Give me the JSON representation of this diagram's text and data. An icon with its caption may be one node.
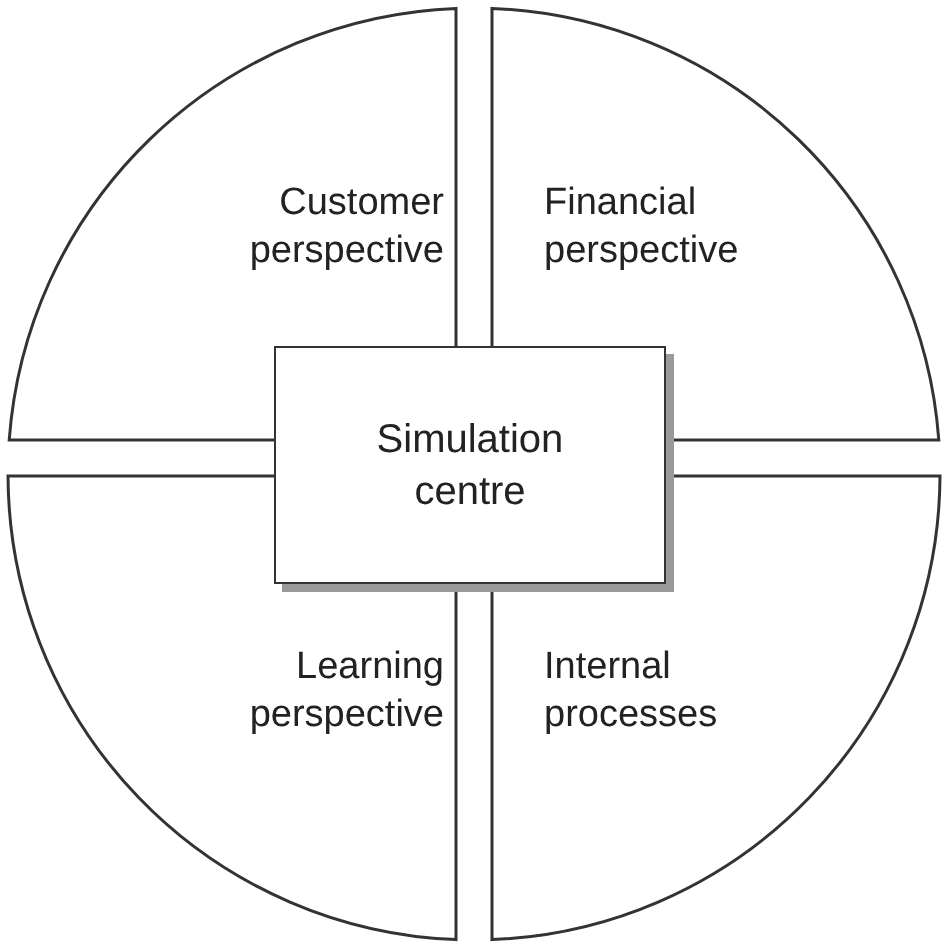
{
  "diagram": {
    "nodes": [
      {
        "text": [
          "Customer perspective"
        ]
      },
      {
        "text": [
          "Financial perspective"
        ]
      },
      {
        "text": [
          "Simulation centre"
        ]
      },
      {
        "text": [
          "Learning perspective"
        ]
      },
      {
        "text": [
          "Internal processes"
        ]
      }
    ]
  }
}
